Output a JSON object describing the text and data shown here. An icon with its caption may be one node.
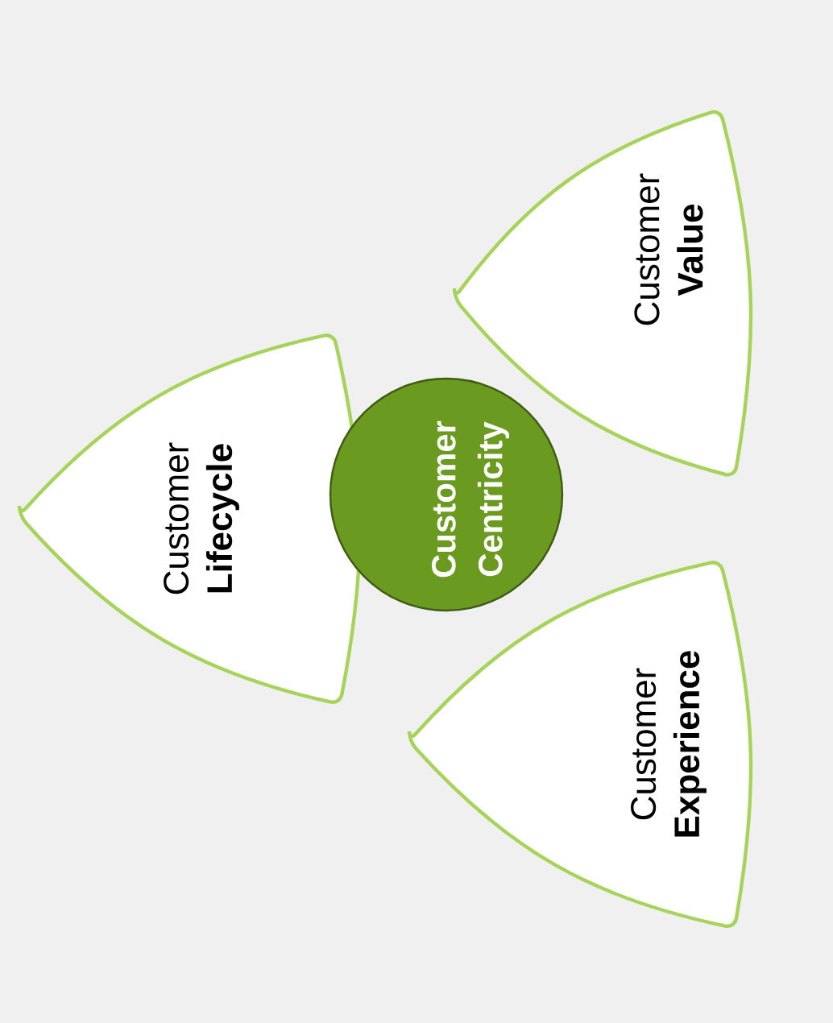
{
  "diagram": {
    "nodes": [
      {
        "text": [
          "Customer",
          "Value"
        ]
      },
      {
        "text": [
          "Customer",
          "Lifecycle"
        ]
      },
      {
        "text": [
          "Customer Centricity"
        ]
      },
      {
        "text": [
          "Customer",
          "Experience"
        ]
      }
    ]
  }
}
